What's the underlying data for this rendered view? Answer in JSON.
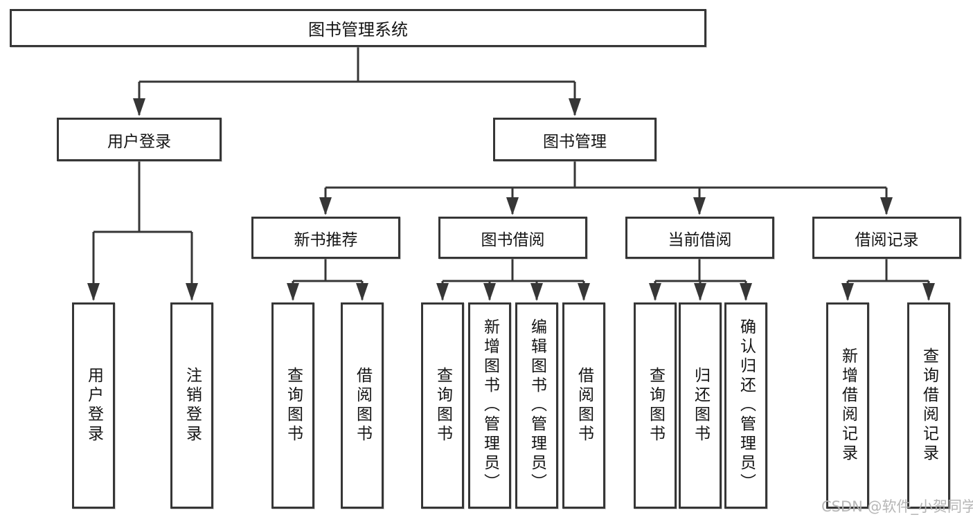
{
  "diagram": {
    "type": "hierarchy-tree",
    "title": "图书管理系统",
    "tree": {
      "label": "图书管理系统",
      "children": [
        {
          "label": "用户登录",
          "children": [
            {
              "label": "用户登录"
            },
            {
              "label": "注销登录"
            }
          ]
        },
        {
          "label": "图书管理",
          "children": [
            {
              "label": "新书推荐",
              "children": [
                {
                  "label": "查询图书"
                },
                {
                  "label": "借阅图书"
                }
              ]
            },
            {
              "label": "图书借阅",
              "children": [
                {
                  "label": "查询图书"
                },
                {
                  "label": "新增图书（管理员）"
                },
                {
                  "label": "编辑图书（管理员）"
                },
                {
                  "label": "借阅图书"
                }
              ]
            },
            {
              "label": "当前借阅",
              "children": [
                {
                  "label": "查询图书"
                },
                {
                  "label": "归还图书"
                },
                {
                  "label": "确认归还（管理员）"
                }
              ]
            },
            {
              "label": "借阅记录",
              "children": [
                {
                  "label": "新增借阅记录"
                },
                {
                  "label": "查询借阅记录"
                }
              ]
            }
          ]
        }
      ]
    },
    "colors": {
      "line": "#363636",
      "box_border": "#363636",
      "text": "#141414",
      "background": "#ffffff",
      "watermark": "#b2b2b2"
    }
  },
  "watermark": {
    "text": "CSDN @软件_小贺同学"
  }
}
